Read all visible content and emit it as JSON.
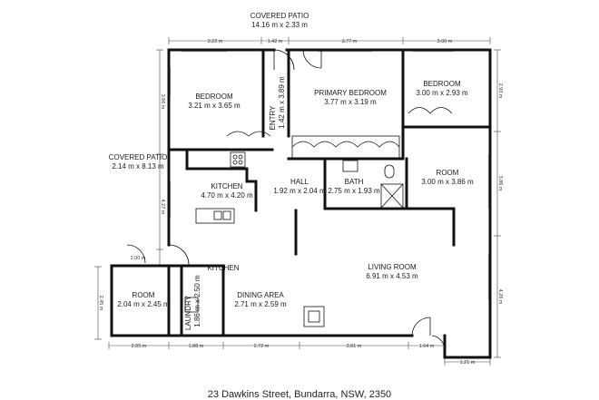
{
  "address": "23 Dawkins Street, Bundarra, NSW, 2350",
  "colors": {
    "wall": "#111111",
    "dim_line": "#444444",
    "window": "#bfbfbf"
  },
  "rooms": {
    "covered_patio_top": {
      "name": "COVERED PATIO",
      "size": "14.16 m x 2.33 m"
    },
    "bedroom_left": {
      "name": "BEDROOM",
      "size": "3.21 m x 3.65 m"
    },
    "entry": {
      "name": "ENTRY",
      "size": "1.42 m x 3.89 m"
    },
    "primary_bedroom": {
      "name": "PRIMARY BEDROOM",
      "size": "3.77 m x 3.19 m"
    },
    "bedroom_right": {
      "name": "BEDROOM",
      "size": "3.00 m x 2.93 m"
    },
    "covered_patio_side": {
      "name": "COVERED PATIO",
      "size": "2.14 m x 8.13 m"
    },
    "kitchen": {
      "name": "KITCHEN",
      "size": "4.70 m x 4.20 m"
    },
    "hall": {
      "name": "HALL",
      "size": "1.92 m x 2.04 m"
    },
    "bath": {
      "name": "BATH",
      "size": "2.75 m x 1.93 m"
    },
    "room_right": {
      "name": "ROOM",
      "size": "3.00 m x 3.86 m"
    },
    "living_room": {
      "name": "LIVING ROOM",
      "size": "6.91 m x 4.53 m"
    },
    "room_small": {
      "name": "ROOM",
      "size": "2.04 m x 2.45 m"
    },
    "laundry": {
      "name": "LAUNDRY",
      "size": "1.86 m x 2.50 m"
    },
    "kitchen_label2": {
      "name": "KITCHEN"
    },
    "dining_area": {
      "name": "DINING AREA",
      "size": "2.71 m x 2.59 m"
    }
  },
  "dimensions": {
    "top_1": "3.22 m",
    "top_2": "1.42 m",
    "top_3": "3.77 m",
    "top_4": "3.00 m",
    "left_1": "3.66 m",
    "left_2": "4.27 m",
    "left_3": "2.00 m",
    "left_4": "2.45 m",
    "right_1": "2.93 m",
    "right_2": "3.86 m",
    "right_3": "4.26 m",
    "bottom_1": "2.05 m",
    "bottom_2": "1.88 m",
    "bottom_3": "2.72 m",
    "bottom_4": "3.81 m",
    "bottom_5": "1.64 m",
    "bottom_6": "1.21 m"
  }
}
